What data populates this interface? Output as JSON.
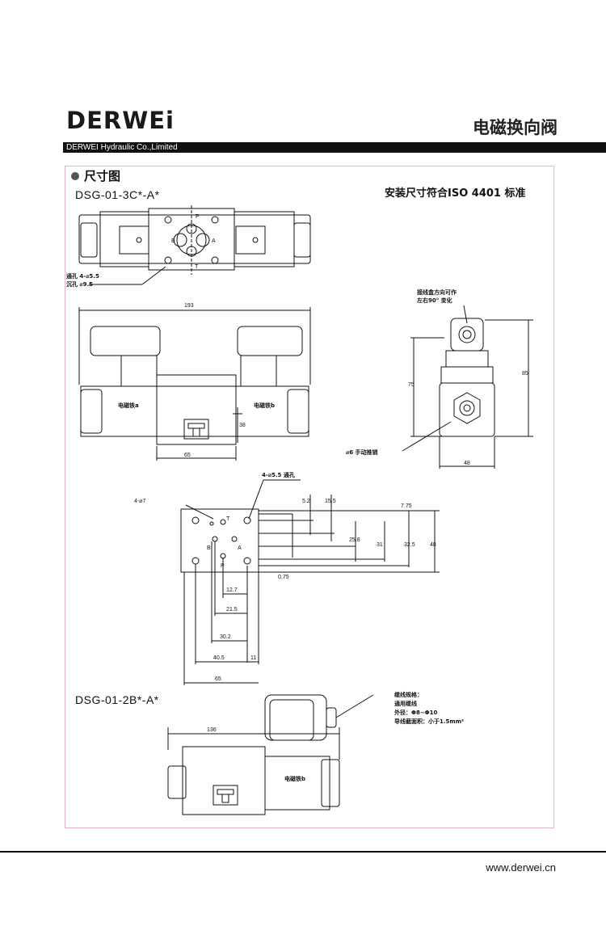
{
  "header": {
    "logo": "DERWEi",
    "title_cn": "电磁换向阀",
    "company": "DERWEI Hydraulic Co.,Limited"
  },
  "section": {
    "title": "尺寸图",
    "standard_note": "安装尺寸符合ISO 4401 标准"
  },
  "models": {
    "model_3c": "DSG-01-3C*-A*",
    "model_2b": "DSG-01-2B*-A*"
  },
  "labels": {
    "hole_through": "通孔 4-⌀5.5",
    "counterbore": "沉孔  ⌀9.5",
    "solenoid_a": "电磁铁a",
    "solenoid_b": "电磁铁b",
    "rotate_note_1": "接线盒方向可作",
    "rotate_note_2": "左右90° 变化",
    "manual_push": "⌀6 手动推销",
    "holes_4_55": "4-⌀5.5 通孔",
    "holes_4_7": "4-⌀7",
    "cable_1": "缆线规格：",
    "cable_2": "通用缆线",
    "cable_3": "外径：Φ8~Φ10",
    "cable_4": "导线截面积：小于1.5mm²",
    "port_p": "P",
    "port_a": "A",
    "port_b": "B",
    "port_t": "T"
  },
  "dims": {
    "d193": "193",
    "d65a": "65",
    "d38": "38",
    "d75": "75",
    "d85": "85",
    "d48a": "48",
    "d52": "5.2",
    "d155": "15.5",
    "d775": "7.75",
    "d258": "25.8",
    "d31": "31",
    "d325": "32.5",
    "d48b": "48",
    "d075": "0.75",
    "d127": "12.7",
    "d215": "21.5",
    "d302": "30.2",
    "d405": "40.5",
    "d11": "11",
    "d65b": "65",
    "d136": "136"
  },
  "footer": {
    "url": "www.derwei.cn"
  }
}
